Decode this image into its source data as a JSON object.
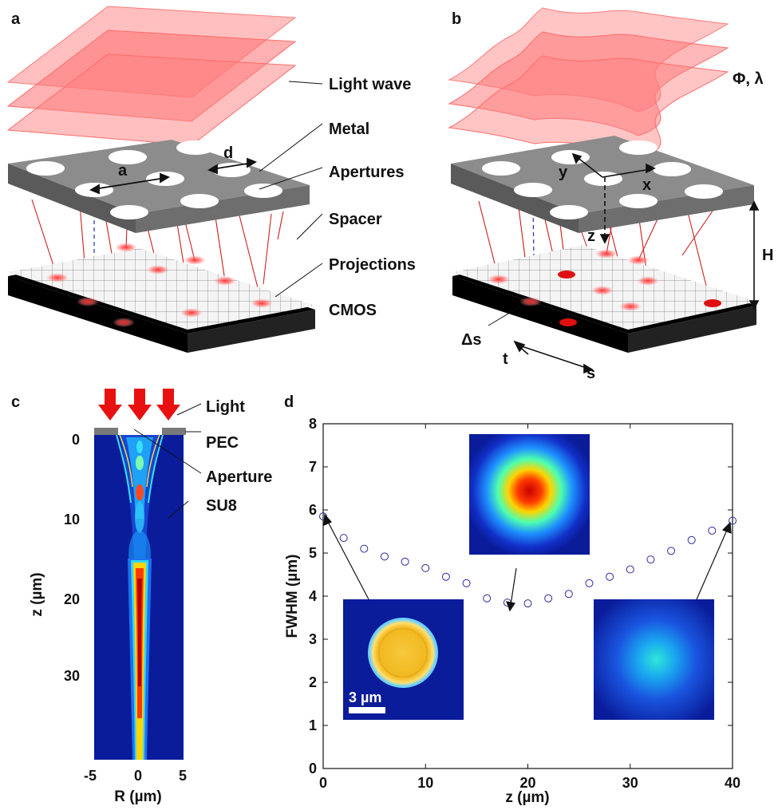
{
  "panels": {
    "a": {
      "letter": "a",
      "labels": {
        "light_wave": "Light wave",
        "metal": "Metal",
        "apertures": "Apertures",
        "spacer": "Spacer",
        "projections": "Projections",
        "cmos": "CMOS",
        "a": "a",
        "d": "d"
      }
    },
    "b": {
      "letter": "b",
      "labels": {
        "phi_lambda": "Φ, λ",
        "x": "x",
        "y": "y",
        "z": "z",
        "H": "H",
        "delta_s": "Δs",
        "t": "t",
        "s": "s"
      }
    },
    "c": {
      "letter": "c",
      "labels": {
        "light": "Light",
        "pec": "PEC",
        "aperture": "Aperture",
        "su8": "SU8"
      },
      "ylabel": "z (µm)",
      "xlabel": "R (µm)",
      "yticks": [
        "0",
        "10",
        "20",
        "30"
      ],
      "xticks": [
        "-5",
        "0",
        "5"
      ]
    },
    "d": {
      "letter": "d",
      "scalebar": "3 µm"
    }
  },
  "chart_data": {
    "type": "scatter",
    "xlabel": "z (µm)",
    "ylabel": "FWHM (µm)",
    "xlim": [
      0,
      40
    ],
    "ylim": [
      0,
      8
    ],
    "xticks": [
      "0",
      "10",
      "20",
      "30",
      "40"
    ],
    "yticks": [
      "0",
      "1",
      "2",
      "3",
      "4",
      "5",
      "6",
      "7",
      "8"
    ],
    "x": [
      0,
      2,
      4,
      6,
      8,
      10,
      12,
      14,
      16,
      18,
      20,
      22,
      24,
      26,
      28,
      30,
      32,
      34,
      36,
      38,
      40
    ],
    "y": [
      5.85,
      5.35,
      5.1,
      4.92,
      4.8,
      4.65,
      4.45,
      4.3,
      3.95,
      3.85,
      3.83,
      3.95,
      4.05,
      4.3,
      4.45,
      4.62,
      4.85,
      5.05,
      5.3,
      5.52,
      5.75
    ],
    "marker": "open-circle",
    "marker_color": "#2a2aa0"
  }
}
